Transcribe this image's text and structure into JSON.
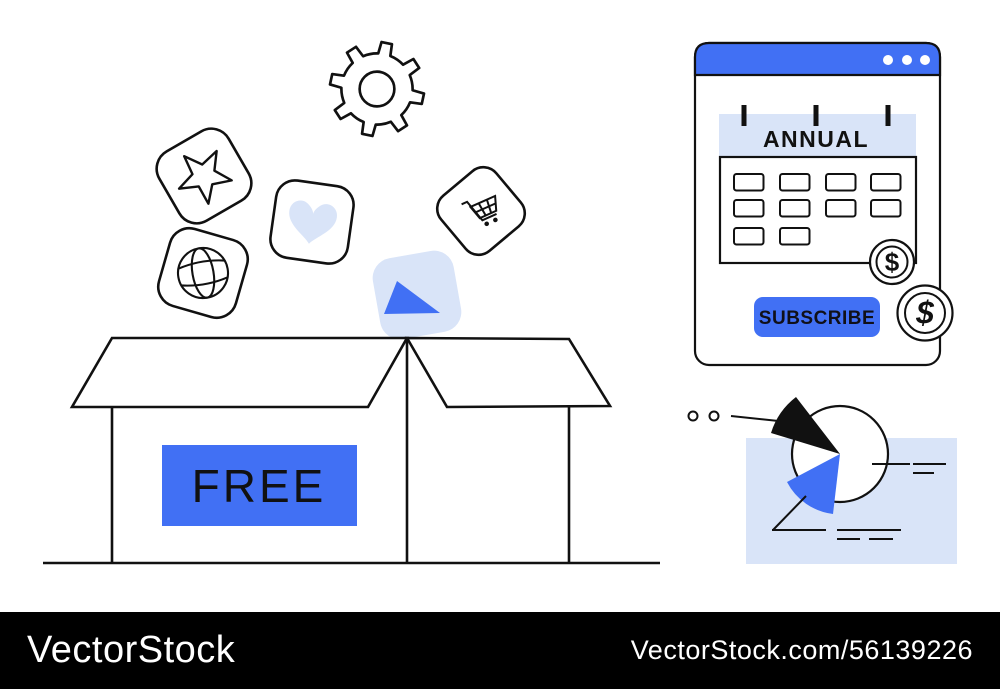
{
  "colors": {
    "accent_blue": "#4170f4",
    "light_blue": "#d9e4f8",
    "line_black": "#111111",
    "watermark_bar": "#000000"
  },
  "box": {
    "label": "FREE"
  },
  "floating_icons": {
    "items": [
      "gear-icon",
      "star-app-icon",
      "heart-app-icon",
      "globe-app-icon",
      "cart-app-icon",
      "play-app-icon"
    ]
  },
  "subscription_window": {
    "calendar_label": "ANNUAL",
    "subscribe_button": "SUBSCRIBE",
    "coin_small": "$",
    "coin_large": "$"
  },
  "watermark": {
    "brand": "VectorStock",
    "credit": "VectorStock.com/56139226"
  }
}
